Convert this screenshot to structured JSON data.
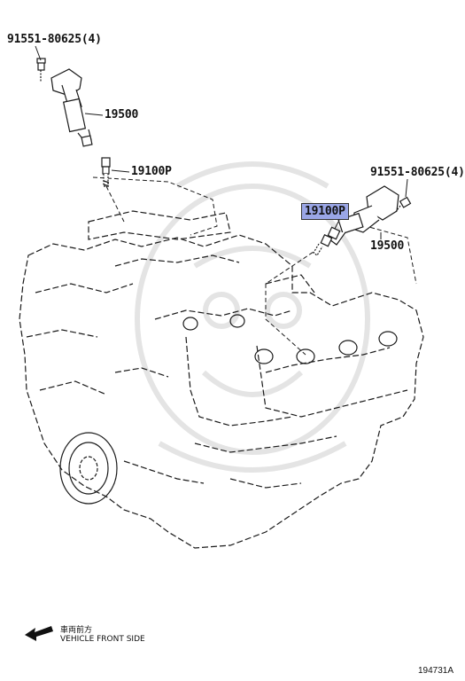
{
  "colors": {
    "line": "#1a1a1a",
    "highlight": "#9aa6e6",
    "watermark": "#e6e6e6"
  },
  "callouts": {
    "bolt_top": "91551-80625(4)",
    "coil_top": "19500",
    "plug_top": "19100P",
    "plug_selected": "19100P",
    "bolt_right": "91551-80625(4)",
    "coil_right": "19500"
  },
  "legend": {
    "arrow_icon": "arrow-left-icon",
    "jp_label": "車両前方",
    "en_label": "VEHICLE FRONT SIDE"
  },
  "figure_id": "194731A"
}
